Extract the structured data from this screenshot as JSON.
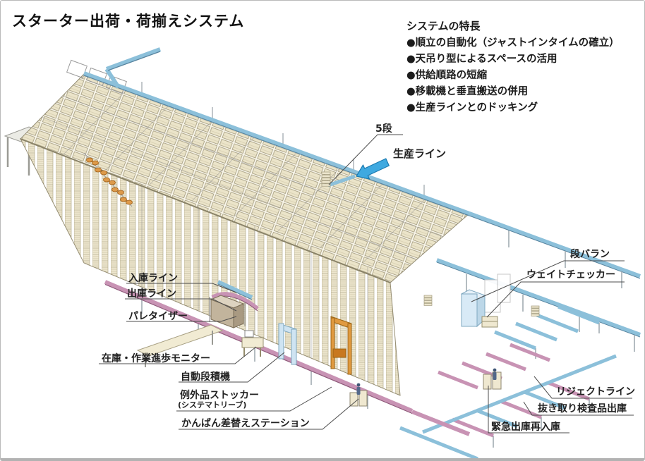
{
  "page": {
    "title": "スターター出荷・荷揃えシステム"
  },
  "features": {
    "heading": "システムの特長",
    "items": [
      "●順立の自動化（ジャストインタイムの確立）",
      "●天吊り型によるスペースの活用",
      "●供給順路の短縮",
      "●移載機と垂直搬送の併用",
      "●生産ラインとのドッキング"
    ]
  },
  "diagram": {
    "labels": {
      "tier5": "5段",
      "production_line": "生産ライン",
      "inbound_line": "入庫ライン",
      "outbound_line": "出庫ライン",
      "palletizer": "パレタイザー",
      "progress_monitor": "在庫・作業進歩モニター",
      "auto_stacker": "自動段積機",
      "exception_stocker": "例外品ストッカー",
      "exception_stocker_note": "(システマトリーブ)",
      "kanban_station": "かんばん差替えステーション",
      "destacker": "段バラン",
      "weight_checker": "ウェイトチェッカー",
      "reject_line": "リジェクトライン",
      "sampling_inspection_outbound": "抜き取り検査品出庫",
      "emergency_retrieval_return": "緊急出庫再入庫"
    },
    "colors": {
      "conveyor_blue": "#8cc0da",
      "conveyor_pink": "#c893b4",
      "tray_beige": "#ebe4c9",
      "crane_orange": "#e09a40",
      "arrow_blue": "#3fa9e0",
      "leader_line": "#4d4d4d"
    }
  }
}
